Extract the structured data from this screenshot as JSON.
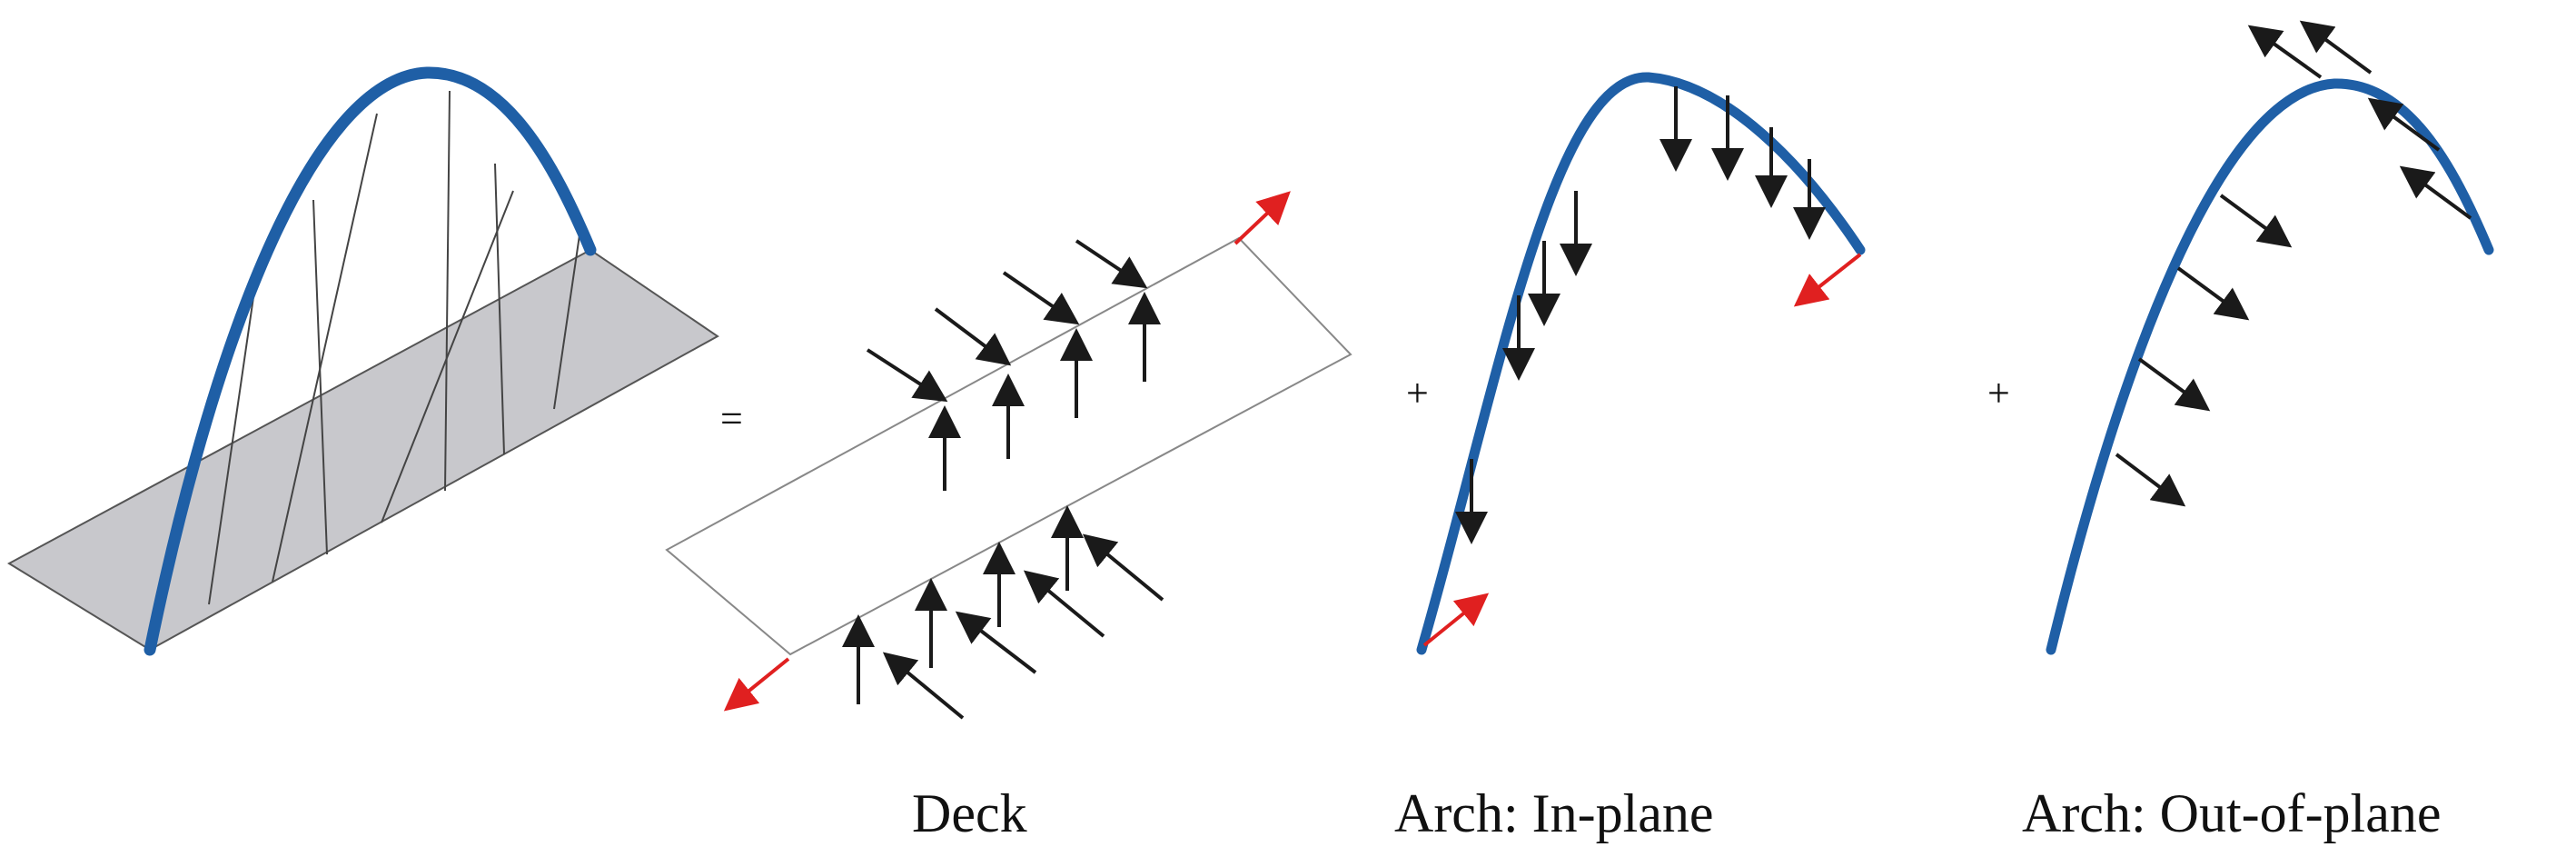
{
  "operators": {
    "equals": "=",
    "plus_inplane": "+",
    "plus_outplane": "+"
  },
  "captions": {
    "deck": "Deck",
    "arch_inplane": "Arch: In-plane",
    "arch_outplane": "Arch: Out-of-plane"
  },
  "colors": {
    "arch": "#1f5fa6",
    "force": "#1a1a1a",
    "end_force": "#e02020",
    "deck_fill": "#c8c8cc",
    "outline": "#888888"
  }
}
